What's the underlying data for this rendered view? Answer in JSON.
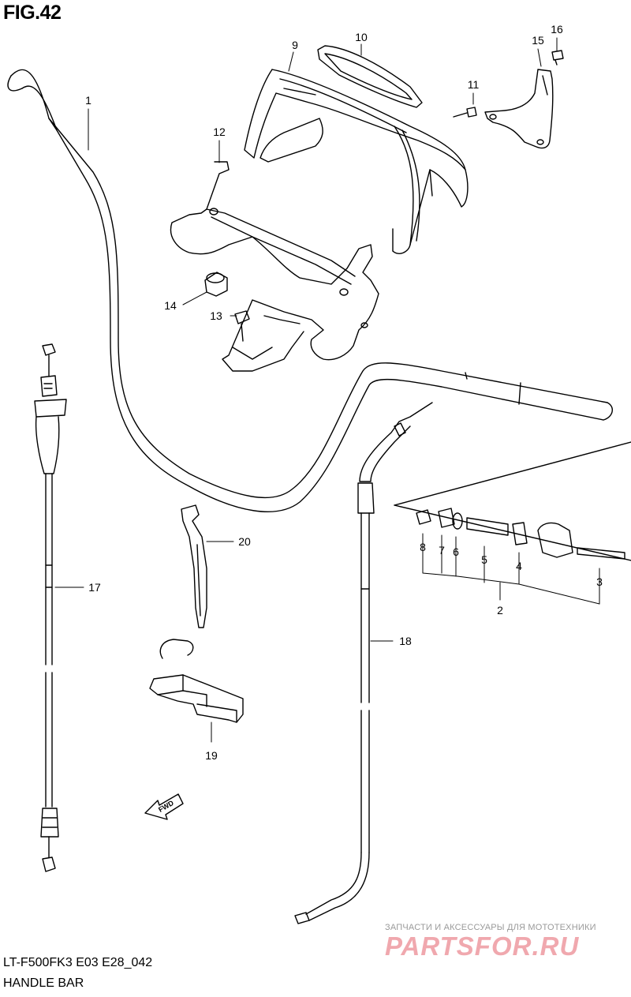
{
  "figure": {
    "title": "FIG.42",
    "model_code": "LT-F500FK3 E03 E28_042",
    "section_name": "HANDLE BAR"
  },
  "callouts": [
    "1",
    "2",
    "3",
    "4",
    "5",
    "6",
    "7",
    "8",
    "9",
    "10",
    "11",
    "12",
    "13",
    "14",
    "15",
    "16",
    "17",
    "18",
    "19",
    "20"
  ],
  "fwd_label": "FWD",
  "watermark": {
    "tagline": "ЗАПЧАСТИ И АКСЕССУАРЫ ДЛЯ МОТОТЕХНИКИ",
    "logo": "PARTSFOR.RU"
  },
  "colors": {
    "line": "#000000",
    "watermark_logo": "#f0a8ae",
    "watermark_text": "#9a9a9a"
  }
}
